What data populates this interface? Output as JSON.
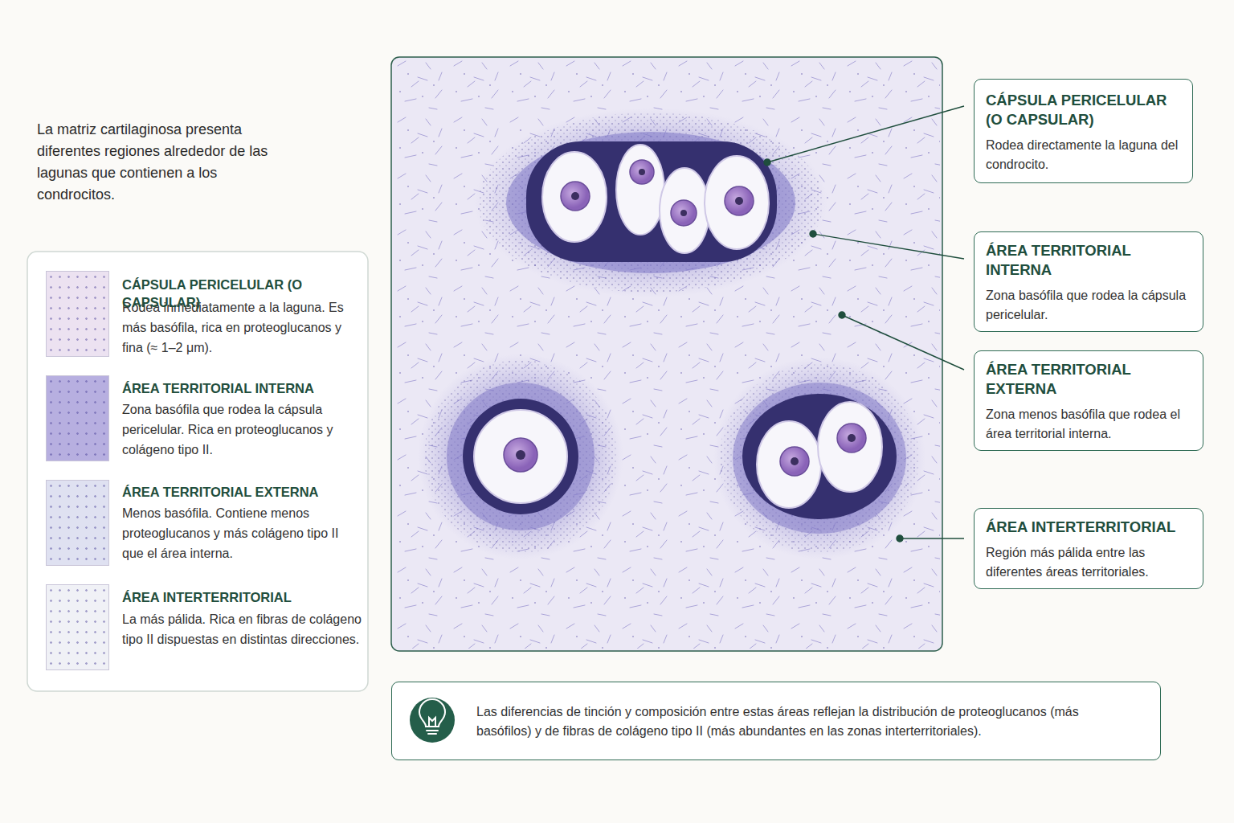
{
  "diagram": {
    "nodes": [
      {
        "text": [
          "CÁPSULA PERICELULAR (O CAPSULAR)",
          "Rodea directamente la laguna del condrocito."
        ]
      },
      {
        "text": [
          "ÁREA TERRITORIAL INTERNA",
          "Zona basófila que rodea la cápsula pericelular."
        ]
      },
      {
        "text": [
          "ÁREA TERRITORIAL EXTERNA",
          "Zona menos basófila que rodea el área territorial interna."
        ]
      },
      {
        "text": [
          "ÁREA INTERTERRITORIAL",
          "Región más pálida entre las diferentes áreas territoriales."
        ]
      },
      {
        "text": [
          "Las diferencias de tinción y composición entre estas áreas reflejan la distribución de proteoglucanos (más basófilos) y de fibras de colágeno tipo II (más abundantes en las zonas interterritoriales)."
        ]
      }
    ],
    "labels": [
      "La matriz cartilaginosa presenta diferentes regiones alrededor de las lagunas que contienen a los condrocitos.",
      "Rodea inmediatamente a la laguna. Es más basófila, rica en proteoglucanos y fina (≈ 1–2 μm).",
      "Zona basófila que rodea la cápsula pericelular. Rica en proteoglucanos y colágeno tipo II.",
      "Menos basófila. Contiene menos proteoglucanos y más colágeno tipo II que el área interna.",
      "La más pálida. Rica en fibras de colágeno tipo II dispuestas en distintas direcciones."
    ],
    "legend": [
      {
        "text": "CÁPSULA PERICELULAR (O CAPSULAR)",
        "color": "#ece2f1"
      },
      {
        "text": "ÁREA TERRITORIAL INTERNA",
        "color": "#b7afe0"
      },
      {
        "text": "ÁREA TERRITORIAL EXTERNA",
        "color": "#dfe1f1"
      },
      {
        "text": "ÁREA INTERTERRITORIAL",
        "color": "#f0f1f6"
      }
    ]
  }
}
